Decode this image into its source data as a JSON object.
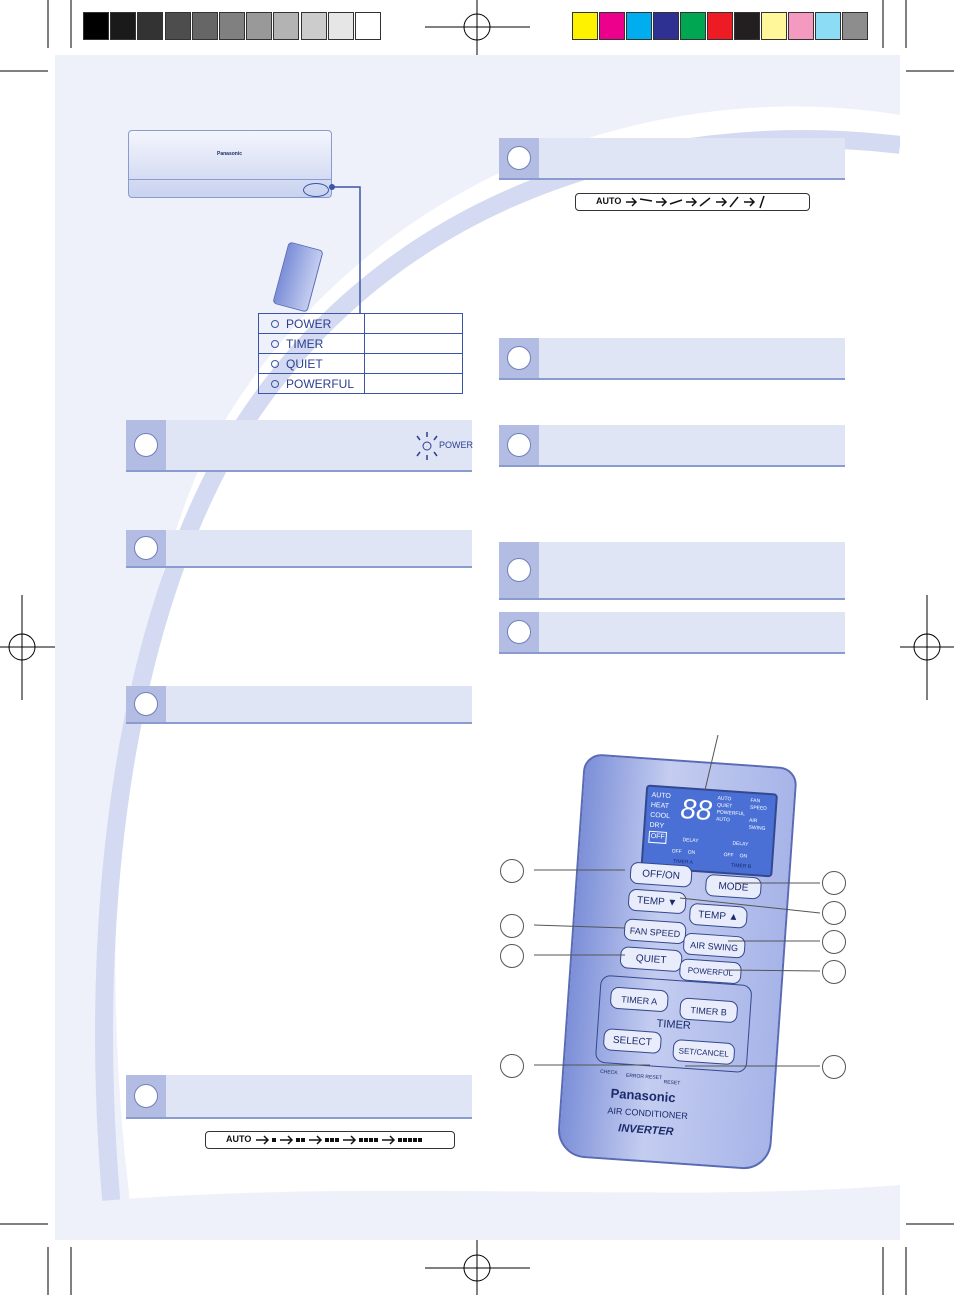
{
  "color_bar": {
    "gray_swatches": [
      "#000000",
      "#1a1a1a",
      "#333333",
      "#4d4d4d",
      "#666666",
      "#808080",
      "#999999",
      "#b3b3b3",
      "#cccccc",
      "#e6e6e6",
      "#ffffff"
    ],
    "color_swatches": [
      "#fff200",
      "#ec008c",
      "#00aeef",
      "#2e3192",
      "#00a651",
      "#ed1c24",
      "#231f20",
      "#fff799",
      "#f49ac1",
      "#8ddcf6",
      "#8d8d8d"
    ]
  },
  "indoor_unit": {
    "brand": "Panasonic"
  },
  "indicators": [
    {
      "label": "POWER"
    },
    {
      "label": "TIMER"
    },
    {
      "label": "QUIET"
    },
    {
      "label": "POWERFUL"
    }
  ],
  "power_indicator": {
    "label": "POWER"
  },
  "fan_speed_sequence": {
    "start": "AUTO"
  },
  "air_swing_sequence": {
    "start": "AUTO"
  },
  "remote": {
    "lcd": {
      "modes": [
        "AUTO",
        "HEAT",
        "COOL",
        "DRY",
        "OFF"
      ],
      "digits": "88",
      "right_labels": [
        "FAN SPEED",
        "AIR SWING"
      ],
      "auto_quiet": "AUTO QUIET POWERFUL AUTO",
      "timer_a": "TIMER A",
      "timer_b": "TIMER B",
      "off": "OFF",
      "on": "ON",
      "delay": "DELAY"
    },
    "buttons": {
      "off_on": "OFF/ON",
      "mode": "MODE",
      "temp_down": "TEMP ▼",
      "temp_up": "TEMP ▲",
      "fan_speed": "FAN SPEED",
      "air_swing": "AIR SWING",
      "quiet": "QUIET",
      "powerful": "POWERFUL",
      "timer_a": "TIMER A",
      "timer_b": "TIMER B",
      "timer_group": "TIMER",
      "select": "SELECT",
      "set_cancel": "SET/CANCEL",
      "check": "CHECK",
      "error_reset": "ERROR RESET",
      "reset": "RESET"
    },
    "brand": "Panasonic",
    "product": "AIR CONDITIONER",
    "tagline": "INVERTER"
  }
}
